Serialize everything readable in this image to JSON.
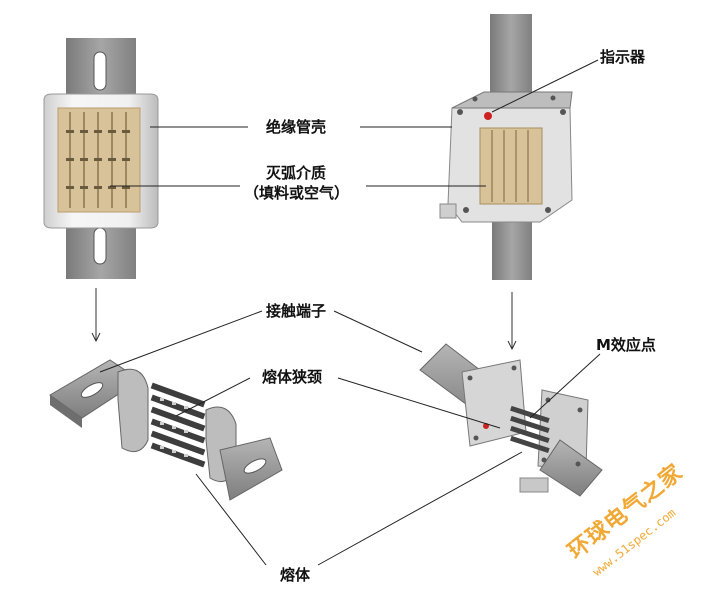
{
  "labels": {
    "indicator": "指示器",
    "insulating_tube": "绝缘管壳",
    "arc_medium_line1": "灭弧介质",
    "arc_medium_line2": "（填料或空气）",
    "contact_terminal": "接触端子",
    "melt_neck": "熔体狭颈",
    "m_effect_point": "M效应点",
    "melt": "熔体"
  },
  "watermark": {
    "brand": "环球电气之家",
    "url": "www.51spec.com"
  },
  "colors": {
    "metal": "#9a9a9a",
    "metal_dark": "#6e6e6e",
    "ceramic": "#e8e8e8",
    "filler": "#d8c29a",
    "indicator_red": "#cc2222",
    "watermark": "#f0a020"
  }
}
